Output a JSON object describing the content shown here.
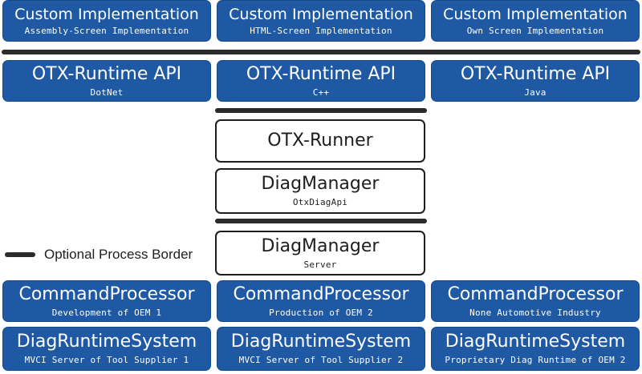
{
  "row_custom": [
    {
      "title": "Custom Implementation",
      "subtitle": "Assembly-Screen Implementation"
    },
    {
      "title": "Custom Implementation",
      "subtitle": "HTML-Screen Implementation"
    },
    {
      "title": "Custom Implementation",
      "subtitle": "Own Screen Implementation"
    }
  ],
  "row_api": [
    {
      "title": "OTX-Runtime API",
      "subtitle": "DotNet"
    },
    {
      "title": "OTX-Runtime API",
      "subtitle": "C++"
    },
    {
      "title": "OTX-Runtime API",
      "subtitle": "Java"
    }
  ],
  "otx_runner": {
    "title": "OTX-Runner"
  },
  "diagmanager_api": {
    "title": "DiagManager",
    "subtitle": "OtxDiagApi"
  },
  "diagmanager_server": {
    "title": "DiagManager",
    "subtitle": "Server"
  },
  "legend": {
    "label": "Optional Process Border"
  },
  "row_command": [
    {
      "title": "CommandProcessor",
      "subtitle": "Development of OEM 1"
    },
    {
      "title": "CommandProcessor",
      "subtitle": "Production of OEM 2"
    },
    {
      "title": "CommandProcessor",
      "subtitle": "None Automotive Industry"
    }
  ],
  "row_runtime": [
    {
      "title": "DiagRuntimeSystem",
      "subtitle": "MVCI Server of Tool Supplier 1"
    },
    {
      "title": "DiagRuntimeSystem",
      "subtitle": "MVCI Server of Tool Supplier 2"
    },
    {
      "title": "DiagRuntimeSystem",
      "subtitle": "Proprietary Diag Runtime of OEM 2"
    }
  ],
  "colors": {
    "box_blue": "#1f59a4",
    "border_line": "#2b2b2b",
    "text_dark": "#1e1e1e"
  }
}
